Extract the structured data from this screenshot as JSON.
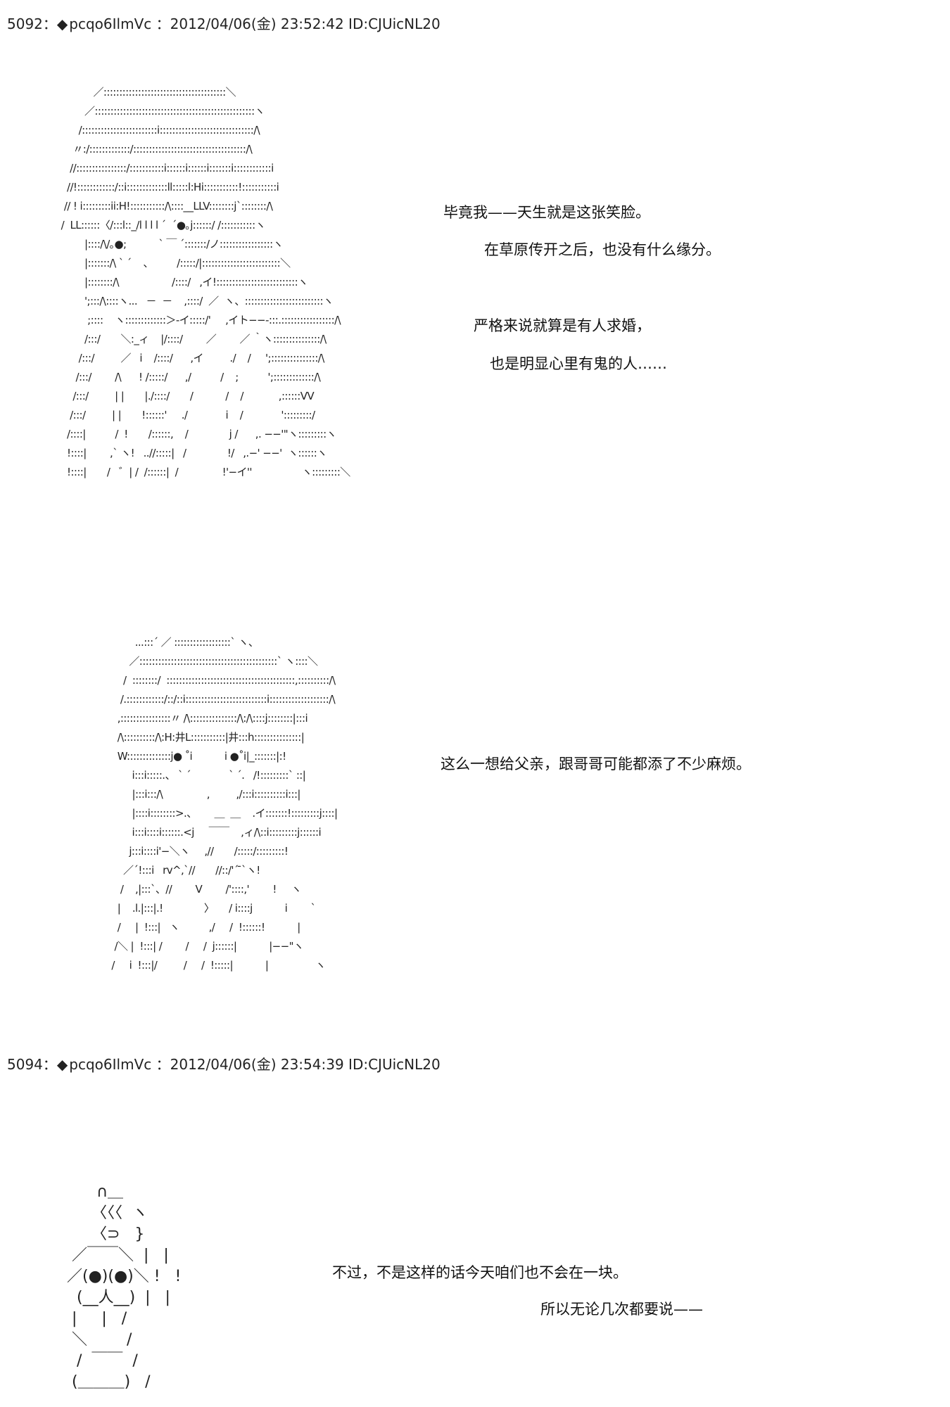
{
  "posts": [
    {
      "header": {
        "number": "5092",
        "separator": "：",
        "diamond": "◆",
        "trip": "pcqo6IlmVc",
        "date": "：2012/04/06(金) 23:52:42",
        "id": "ID:CJUicNL20"
      }
    },
    {
      "header": {
        "number": "5094",
        "separator": "：",
        "diamond": "◆",
        "trip": "pcqo6IlmVc",
        "date": "：2012/04/06(金) 23:54:39",
        "id": "ID:CJUicNL20"
      }
    }
  ],
  "art": {
    "figure1": "               ／:::::::::::::::::::::::::::::::::::::::＼\n            ／:::::::::::::::::::::::::::::::::::::::::::::::::::ヽ\n          /::::::::::::::::::::::::i::::::::::::::::::::::::::::::/\\\n        〃:/:::::::::::::/::::::::::::::::::::::::::::::::::::/\\\n       //::::::::::::::::/:::::::::::i::::::i::::::i:::::::i::::::::::::i\n      //!::::::::::::/::i:::::::::::::ll:::::l:Hi:::::::::::!:::::::::::i\n     // ! i:::::::::ii:H!:::::::::::/\\::::__LLV::::::::j`::::::::/\\\n    /  LL::::::〈/:::l::_/l l l l ´  ´●｡j::::::/ /:::::::::::ヽ\n            |::::/\\/｡●;           ` ￣ ´:::::::/ノ:::::::::::::::::ヽ\n            |:::::::/\\ ` ´    、        /:::::/|:::::::::::::::::::::::::＼\n            |::::::::/\\                  /::::/   ,イ!::::::::::::::::::::::::::ヽ\n            ';:::/\\::::ヽ...   －  －    ,::::/  ／  ヽ、:::::::::::::::::::::::::ヽ\n             ;::::    ヽ:::::::::::::＞-イ:::::/'     ,イト−−-:::.:::::::::::::::::/\\\n            /:::/       ＼:_ィ    |/::::/        ／        ／ ｀ヽ:::::::::::::::/\\\n          /:::/         ／   i    /::::/      ,イ         ./    /     ';:::::::::::::::/\\\n         /:::/        /\\      ! /:::::/      ,/          /    ;          ';:::::::::::::/\\\n        /:::/         | |       |./::::/       /           /    /            ,::::::VV\n       /:::/         | |       !::::::'     ./             i    /             ':::::::::/\n      /::::|          /  !       /::::::,    /              j /      ,. −−'\"ヽ:::::::::ヽ\n      !::::|        ,` ヽ!   ..//:::::|   /              !/   ,.−' −−'  ヽ::::::ヽ\n      !::::|       /   ゛| /  /::::::|  /               !'−イ''                 ヽ:::::::::＼",
    "figure2": "                      ...:::´ ／ ::::::::::::::::::` ヽ、\n                    ／::::::::::::::::::::::::::::::::::::::::::::` ヽ::::＼\n                  /  ::::::::/  :::::::::::::::::::::::::::::::::::::::::,::::::::::/\\\n                 /.::::::::::::/::/::i::::::::::::::::::::::::::i:::::::::::::::::::/\\\n                ,::::::::::::::::〃 /\\:::::::::::::::/\\:/\\::::j::::::::|:::i\n                /\\::::::::::/\\:H:井L:::::::::::|井:::h:::::::::::::::|\n                W::::::::::::::j● ˚i           i ●˚i|_:::::::|:!\n                     i:::i:::::.、 ` ´             ` ´.   /!:::::::::` ::|\n                     |:::i:::/\\               ,         ,/:::i::::::::::i:::|\n                     |::::i::::::::>.、      ＿  ＿    .イ:::::::!:::::::::j::::|\n                     i:::i::::i::::::.<j     ￣￣    ,ィ/\\::i:::::::::j::::::i\n                    j:::i::::i'−＼ヽ     ,//       /:::::/:::::::::!\n                  ／´!:::i   rv^,`//       //::/'´ ̄`ヽ!\n                 /    ,|:::`、//        V        /'::::,'        !     ヽ\n                |    .l.|:::|.!              〉     / i::::j           i        `\n                /     |  !:::|   ヽ          ,/     /  !::::::!           |\n               /＼ |  !:::| /        /     /  j::::::|           |−−\"ヽ\n              /     i  !:::|/         /     /  !:::::|           |                ヽ",
    "figure3": "      ∩＿\n     〈〈〈  ヽ\n     〈⊃   }\n ／￣￣＼  |   |\n／(●)(●)＼ !   !\n  (__人__)  |   |\n |     |   /\n ＼        /\n  /  ￣￣  /\n (＿＿＿)   /"
  },
  "dialogue": {
    "block1": [
      "毕竟我——天生就是这张笑脸。",
      "在草原传开之后，也没有什么缘分。",
      "严格来说就算是有人求婚，",
      "也是明显心里有鬼的人……"
    ],
    "block2": [
      "这么一想给父亲，跟哥哥可能都添了不少麻烦。"
    ],
    "block3": [
      "不过，不是这样的话今天咱们也不会在一块。",
      "所以无论几次都要说——"
    ]
  }
}
